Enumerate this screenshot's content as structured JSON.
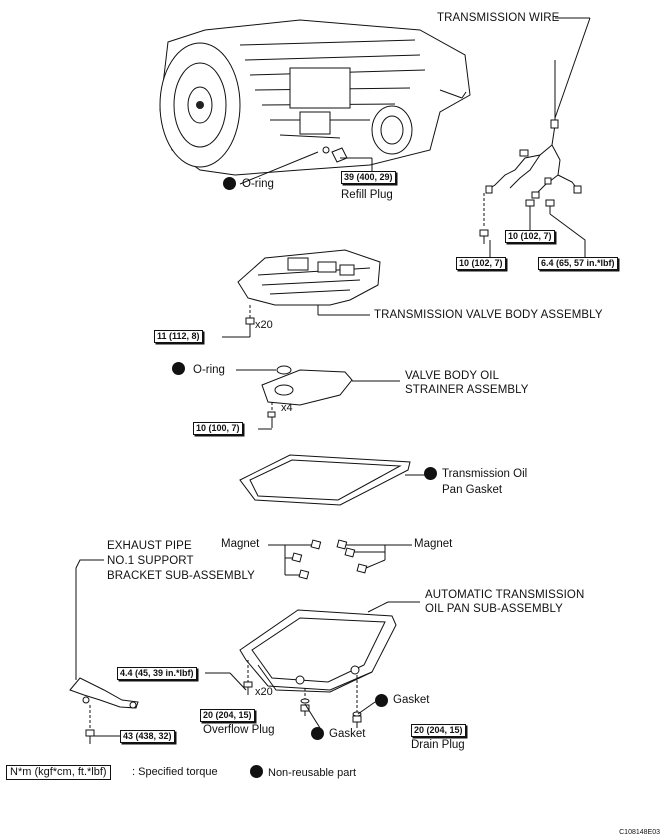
{
  "labels": {
    "transmission_wire": "TRANSMISSION WIRE",
    "o_ring_top": "O-ring",
    "refill_plug": "Refill Plug",
    "valve_body_assembly": "TRANSMISSION VALVE BODY ASSEMBLY",
    "o_ring_mid": "O-ring",
    "strainer_line1": "VALVE BODY OIL",
    "strainer_line2": "STRAINER ASSEMBLY",
    "pan_gasket_line1": "Transmission Oil",
    "pan_gasket_line2": "Pan Gasket",
    "magnet_left": "Magnet",
    "magnet_right": "Magnet",
    "exhaust_line1": "EXHAUST PIPE",
    "exhaust_line2": "NO.1 SUPPORT",
    "exhaust_line3": "BRACKET SUB-ASSEMBLY",
    "oil_pan_line1": "AUTOMATIC TRANSMISSION",
    "oil_pan_line2": "OIL PAN SUB-ASSEMBLY",
    "gasket_right": "Gasket",
    "gasket_bottom": "Gasket",
    "overflow_plug": "Overflow Plug",
    "drain_plug": "Drain Plug"
  },
  "torques": {
    "refill": "39 (400, 29)",
    "wire_a": "10 (102, 7)",
    "wire_b": "10 (102, 7)",
    "wire_c": "6.4 (65, 57 in.*lbf)",
    "valve_body": "11 (112, 8)",
    "strainer": "10 (100, 7)",
    "pan_bolts": "4.4 (45, 39 in.*lbf)",
    "bracket": "43 (438, 32)",
    "overflow": "20 (204, 15)",
    "drain": "20 (204, 15)"
  },
  "counts": {
    "valve_body_bolts": "x20",
    "strainer_bolts": "x4",
    "pan_bolts": "x20"
  },
  "legend": {
    "torque_unit": "N*m (kgf*cm, ft.*lbf)",
    "torque_text": ": Specified torque",
    "nonreusable_text": "Non-reusable part"
  },
  "figure_code": "C108148E03"
}
